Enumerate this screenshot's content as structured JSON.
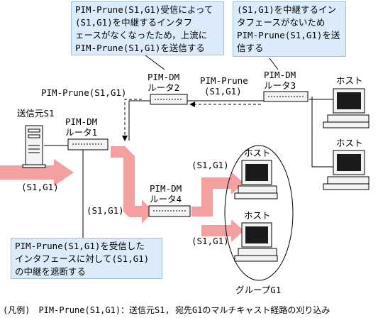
{
  "notes": {
    "top_left": "PIM-Prune(S1,G1)受信によって\n(S1,G1)を中継するインタフ\nェースがなくなったため，上流に\nPIM-Prune(S1,G1)を送信する",
    "top_right": "(S1,G1)を中継するイン\nタフェースがないため\nPIM-Prune(S1,G1)を送\n信する",
    "bottom_left": "PIM-Prune(S1,G1)を受信した\nインタフェースに対して(S1,G1)\nの中継を遮断する"
  },
  "labels": {
    "source": "送信元S1",
    "router1": "PIM-DM\nルータ1",
    "router2": "PIM-DM\nルータ2",
    "router3": "PIM-DM\nルータ3",
    "router4": "PIM-DM\nルータ4",
    "host": "ホスト",
    "prune_r2_to_r1": "PIM-Prune(S1,G1)",
    "prune_r3_to_r2_line1": "PIM-Prune",
    "prune_r3_to_r2_line2": "(S1,G1)",
    "flow_in": "(S1,G1)",
    "flow_r1_r4": "(S1,G1)",
    "flow_to_host_upper": "(S1,G1)",
    "flow_to_host_lower": "(S1,G1)",
    "group": "グループG1"
  },
  "legend": "(凡例)　PIM-Prune(S1,G1)：送信元S1, 宛先G1のマルチキャスト経路の刈り込み",
  "colors": {
    "note_bg": "#dcebfa",
    "multicast_arrow": "#f4a0a0",
    "line": "#000000"
  }
}
